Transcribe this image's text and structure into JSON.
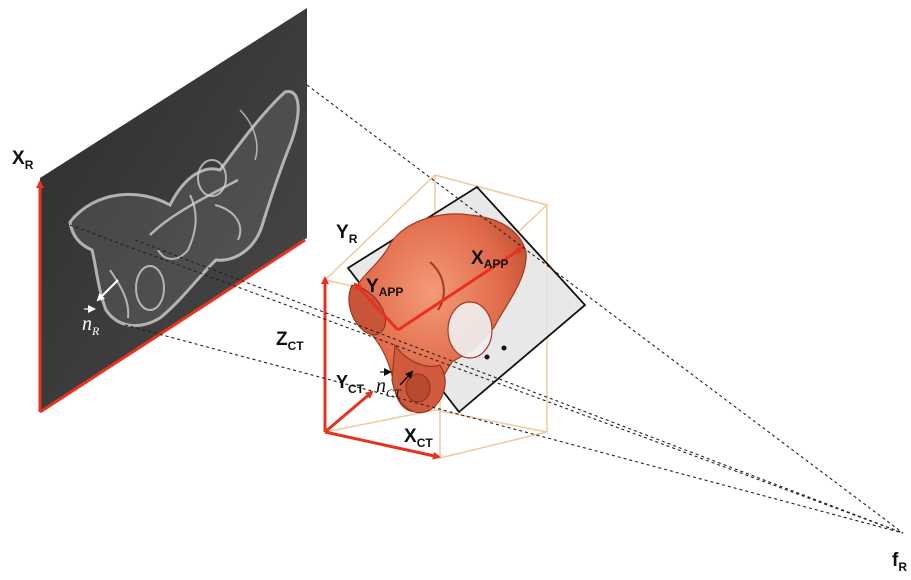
{
  "labels": {
    "xr": {
      "main": "X",
      "sub": "R"
    },
    "yr": {
      "main": "Y",
      "sub": "R"
    },
    "zct": {
      "main": "Z",
      "sub": "CT"
    },
    "yct": {
      "main": "Y",
      "sub": "CT"
    },
    "xct": {
      "main": "X",
      "sub": "CT"
    },
    "xapp": {
      "main": "X",
      "sub": "APP"
    },
    "yapp": {
      "main": "Y",
      "sub": "APP"
    },
    "fr": {
      "main": "f",
      "sub": "R"
    },
    "nr": {
      "main": "n",
      "sub": "R"
    },
    "nct": {
      "main": "n",
      "sub": "CT"
    }
  },
  "colors": {
    "axis": "#e8321f",
    "bone": "#e06a4a",
    "bone_dark": "#a33a20",
    "detector": "#3c3c3c",
    "ct_box": "#f3c89a",
    "app_plane": "#e4e4e4"
  }
}
